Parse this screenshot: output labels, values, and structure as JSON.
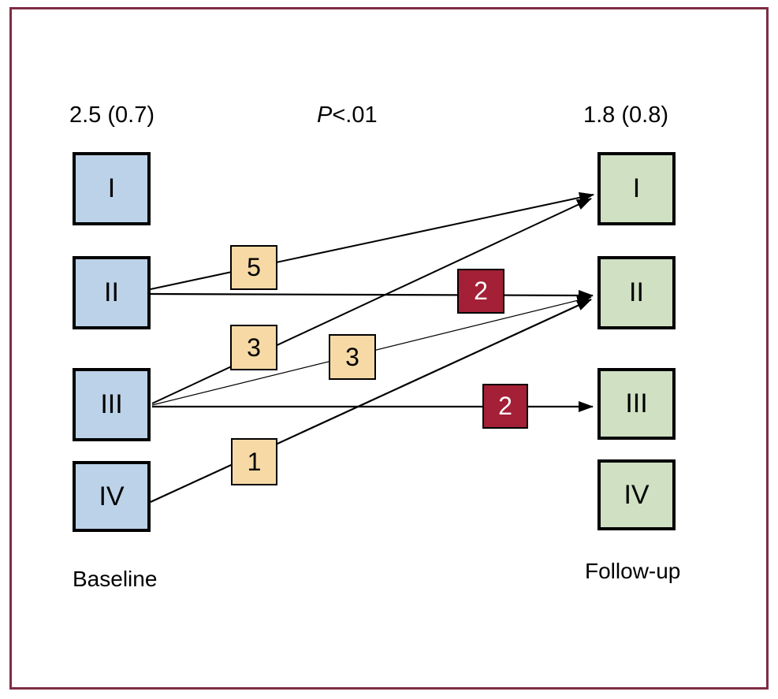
{
  "header": {
    "baseline_mean": "2.5 (0.7)",
    "p_label": "P",
    "p_suffix": "<.01",
    "followup_mean": "1.8 (0.8)"
  },
  "columns": {
    "baseline_label": "Baseline",
    "followup_label": "Follow-up"
  },
  "baseline_classes": [
    {
      "label": "I"
    },
    {
      "label": "II"
    },
    {
      "label": "III"
    },
    {
      "label": "IV"
    }
  ],
  "followup_classes": [
    {
      "label": "I"
    },
    {
      "label": "II"
    },
    {
      "label": "III"
    },
    {
      "label": "IV"
    }
  ],
  "transitions": [
    {
      "from": "II",
      "to": "I",
      "count": "5",
      "category": "improved"
    },
    {
      "from": "II",
      "to": "II",
      "count": "2",
      "category": "unchanged"
    },
    {
      "from": "III",
      "to": "I",
      "count": "3",
      "category": "improved"
    },
    {
      "from": "III",
      "to": "II",
      "count": "3",
      "category": "improved"
    },
    {
      "from": "III",
      "to": "III",
      "count": "2",
      "category": "unchanged"
    },
    {
      "from": "IV",
      "to": "II",
      "count": "1",
      "category": "improved"
    }
  ],
  "colors": {
    "baseline_box": "#bcd2e8",
    "followup_box": "#cfe0c3",
    "improved_badge": "#f6d9a5",
    "unchanged_badge": "#a32036",
    "badge_text": "#ffffff",
    "line": "#000000",
    "frame": "#7f2d44"
  }
}
